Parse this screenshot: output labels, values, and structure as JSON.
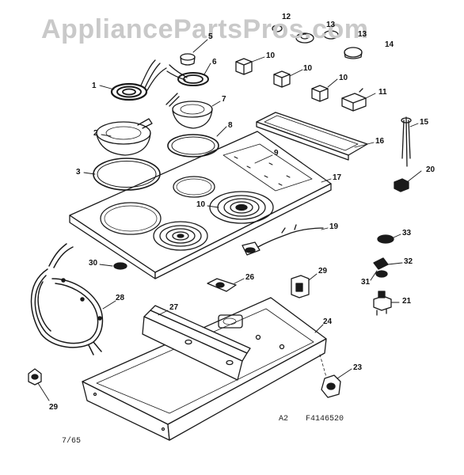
{
  "watermark": "AppliancePartsPros.com",
  "diagram_code": "A2",
  "diagram_id": "F4146520",
  "page_ref": "7/65",
  "callouts": [
    "1",
    "2",
    "3",
    "5",
    "6",
    "7",
    "8",
    "9",
    "10",
    "10",
    "10",
    "10",
    "11",
    "12",
    "13",
    "13",
    "14",
    "15",
    "16",
    "17",
    "19",
    "20",
    "21",
    "23",
    "24",
    "26",
    "27",
    "28",
    "29",
    "29",
    "30",
    "31",
    "32",
    "33"
  ],
  "colors": {
    "line": "#1a1a1a",
    "watermark": "#c9c9c9",
    "background": "#ffffff"
  }
}
